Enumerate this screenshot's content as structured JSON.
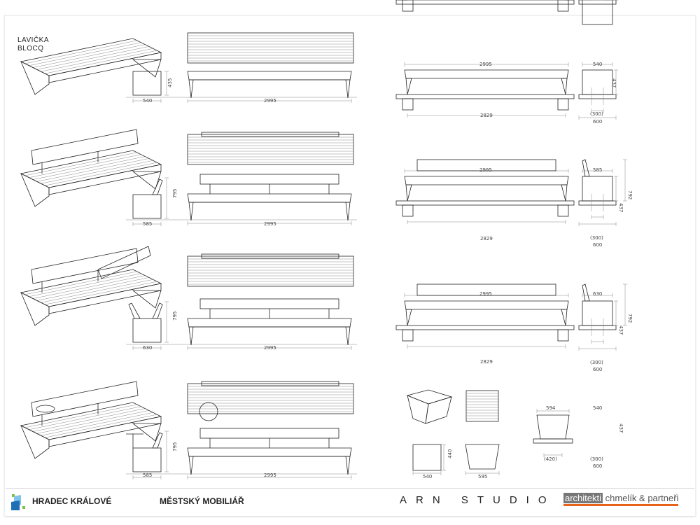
{
  "title": {
    "line1": "LAVIČKA",
    "line2": "BLOCQ"
  },
  "rows": [
    {
      "side_width": "540",
      "side_height": "435",
      "length": "2995",
      "elev_length": "2995",
      "support_span": "2829",
      "sect_width": "540",
      "sect_height": "437",
      "sect_inner": "(300)",
      "sect_base": "600"
    },
    {
      "side_width": "585",
      "side_height": "795",
      "length": "2995",
      "elev_length": "2995",
      "support_span": "2829",
      "sect_width": "585",
      "sect_height": "437",
      "sect_total": "792",
      "sect_inner": "(300)",
      "sect_base": "600"
    },
    {
      "side_width": "630",
      "side_height": "795",
      "length": "2995",
      "elev_length": "2995",
      "support_span": "2829",
      "sect_width": "630",
      "sect_height": "437",
      "sect_total": "792",
      "sect_inner": "(300)",
      "sect_base": "600"
    },
    {
      "side_width": "585",
      "side_height": "795",
      "length": "2995"
    }
  ],
  "stool": {
    "width": "540",
    "height": "440",
    "front_width": "595",
    "sect_a_width": "594",
    "sect_a_inner": "(420)",
    "sect_b_width": "540",
    "sect_b_height": "437",
    "sect_b_inner": "(300)",
    "sect_b_base": "600"
  },
  "footer": {
    "city": "HRADEC KRÁLOVÉ",
    "project": "MĚSTSKÝ MOBILIÁŘ",
    "studio": "ARN STUDIO",
    "partner_boxed": "architekti",
    "partner_rest": " chmelík & partneři",
    "accent": "#e8631a"
  }
}
